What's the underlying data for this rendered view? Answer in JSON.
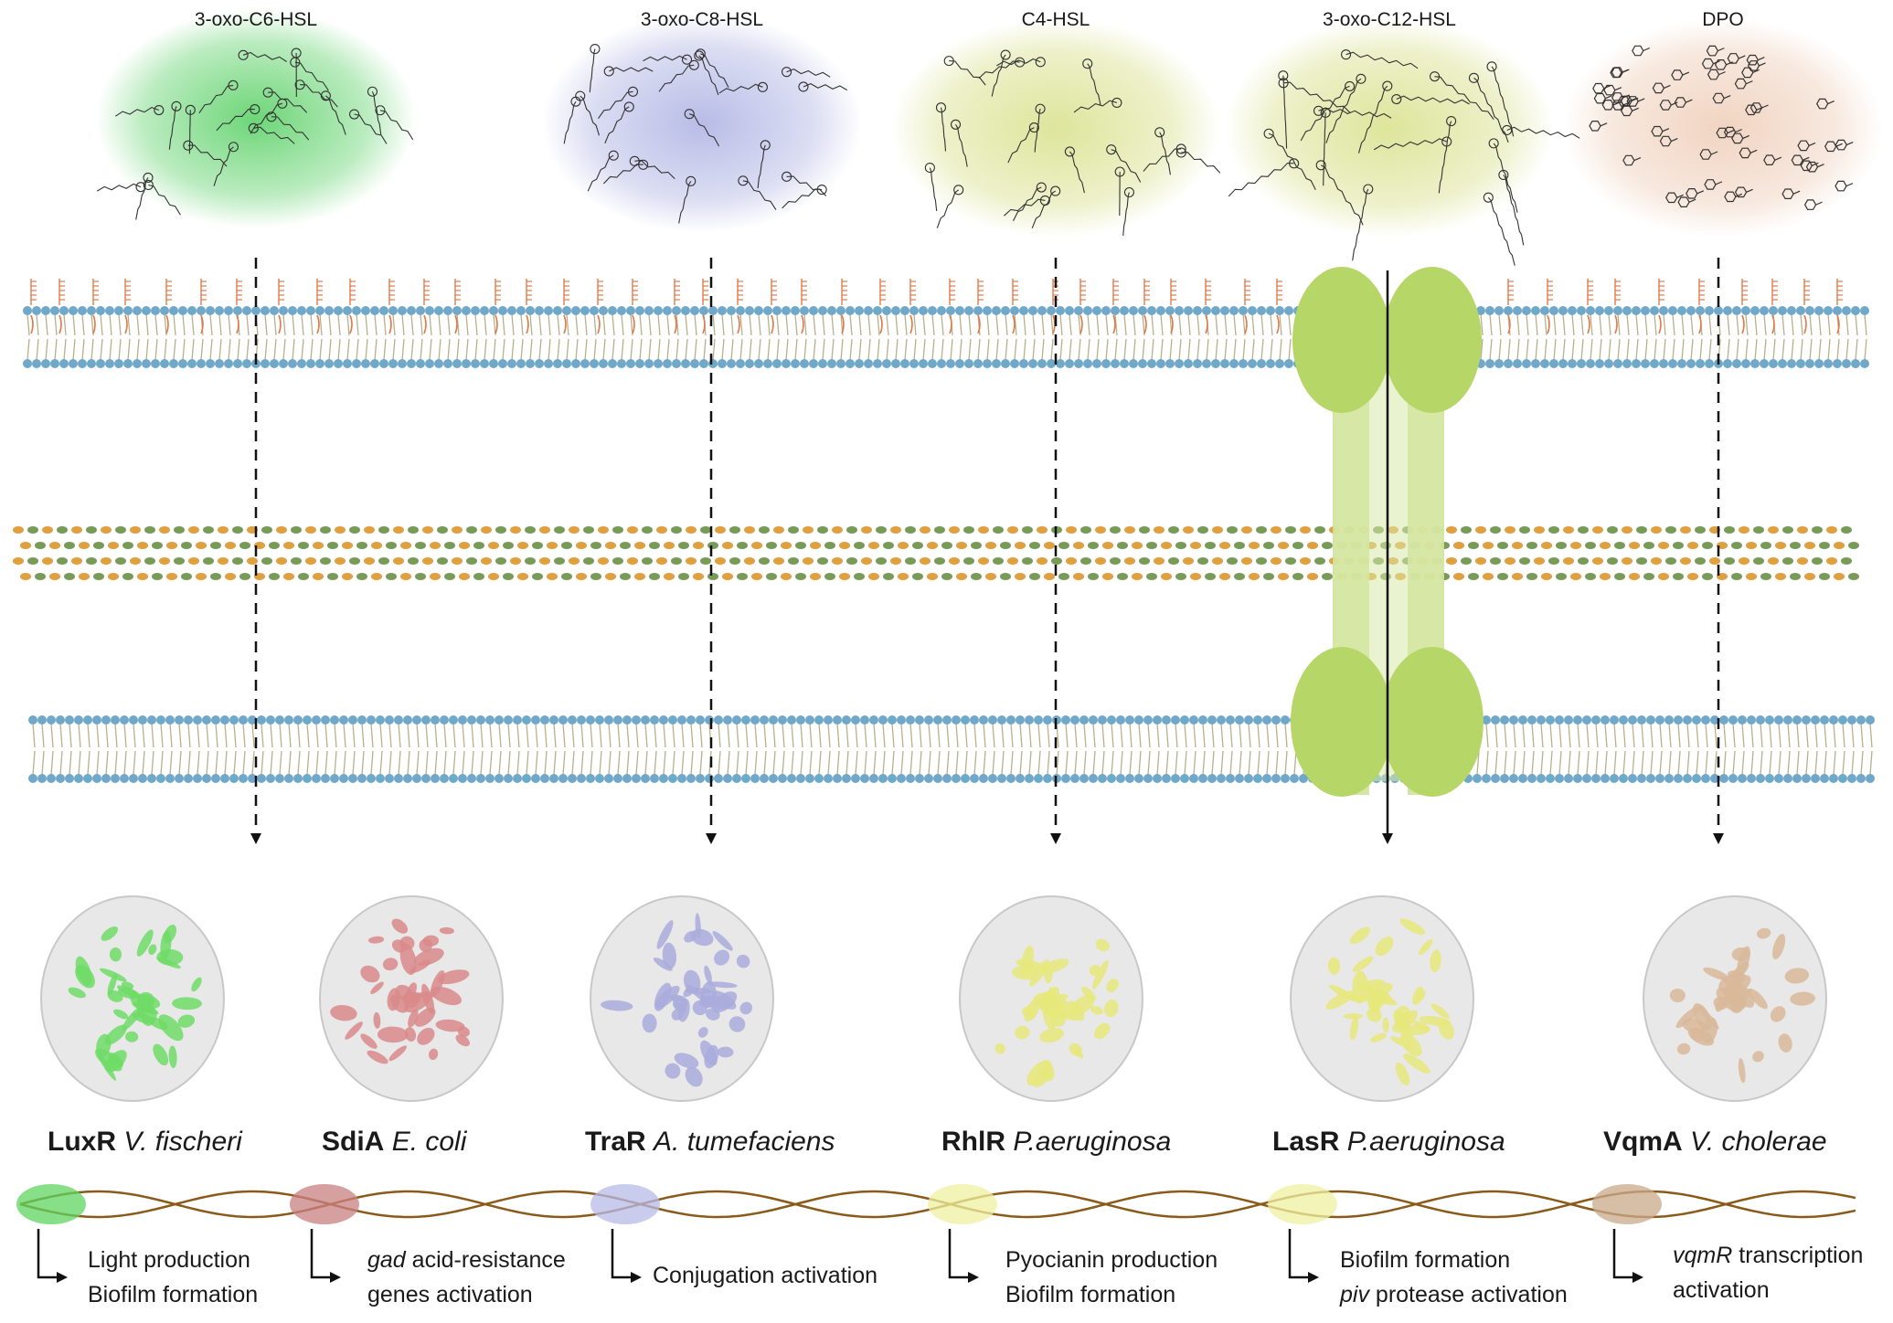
{
  "signals": [
    {
      "label": "3-oxo-C6-HSL",
      "color": "#3cc84a"
    },
    {
      "label": "3-oxo-C8-HSL",
      "color": "#9aa0dc"
    },
    {
      "label": "C4-HSL",
      "color": "#d8e08a"
    },
    {
      "label": "3-oxo-C12-HSL",
      "color": "#dfe49a"
    },
    {
      "label": "DPO",
      "color": "#ecc6ad"
    }
  ],
  "proteins": [
    {
      "name": "LuxR",
      "organism": "V. fischeri",
      "color": "#6fdc66"
    },
    {
      "name": "SdiA",
      "organism": "E. coli",
      "color": "#d98a8a"
    },
    {
      "name": "TraR",
      "organism": "A. tumefaciens",
      "color": "#a9acdc"
    },
    {
      "name": "RhlR",
      "organism": "P.aeruginosa",
      "color": "#e6e87a"
    },
    {
      "name": "LasR",
      "organism": "P.aeruginosa",
      "color": "#e6e87a"
    },
    {
      "name": "VqmA",
      "organism": "V. cholerae",
      "color": "#d9b99a"
    }
  ],
  "effects": [
    {
      "line1": "Light production",
      "line2": "Biofilm formation"
    },
    {
      "line1_italic": "gad",
      "line1": " acid-resistance",
      "line2": "genes activation"
    },
    {
      "line1": "Conjugation activation"
    },
    {
      "line1": "Pyocianin production",
      "line2": "Biofilm formation"
    },
    {
      "line1": "Biofilm formation",
      "line2_italic": "piv",
      "line2": " protease activation"
    },
    {
      "line1_italic": "vqmR",
      "line1": " transcription",
      "line2": "activation"
    }
  ],
  "colors": {
    "membrane_head": "#6fa8c9",
    "membrane_tail": "#b8b08a",
    "lipid_chain": "#e07a4a",
    "peptidoglycan_a": "#e0a040",
    "peptidoglycan_b": "#7a9a5a",
    "transporter": "#b5d65a",
    "dna": "#8a5a1a"
  }
}
